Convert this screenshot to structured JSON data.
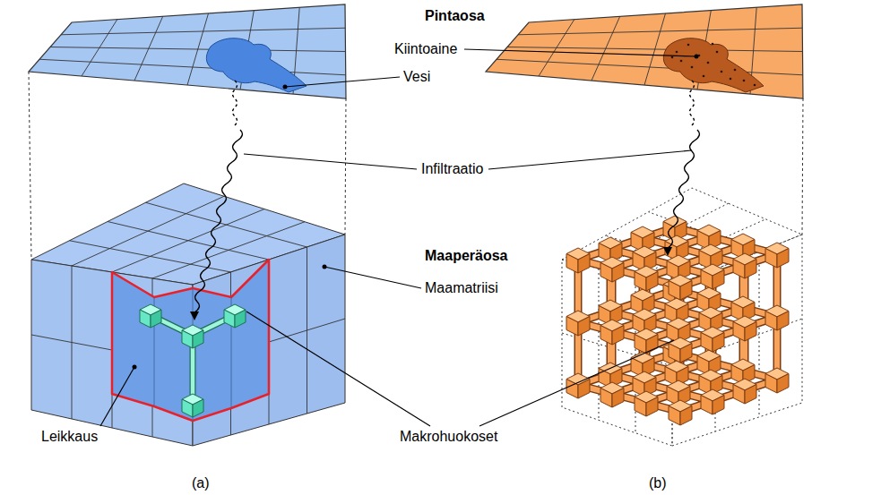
{
  "diagram": {
    "labels": [
      "Pintaosa",
      "Kiintoaine",
      "Vesi",
      "Infiltraatio",
      "Maaperäosa",
      "Maamatriisi",
      "Leikkaus",
      "Makrohuokoset",
      "(a)",
      "(b)"
    ]
  }
}
